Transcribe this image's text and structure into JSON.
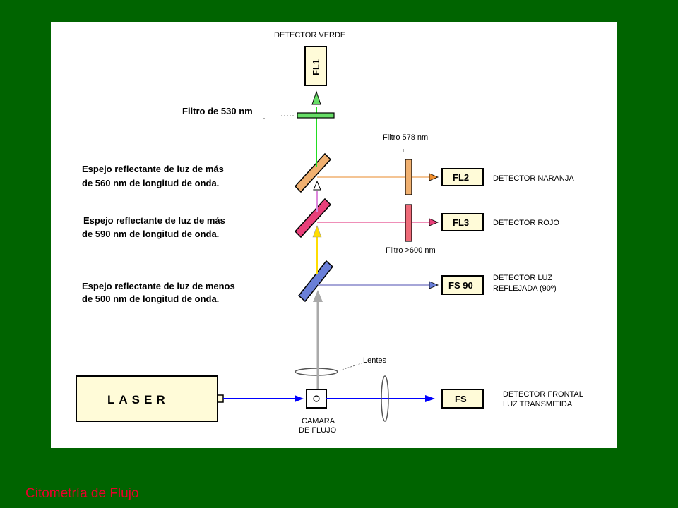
{
  "slide": {
    "footer_title": "Citometría de Flujo",
    "colors": {
      "background": "#006400",
      "footer_text": "#e8002a",
      "green_beam": "#22dd22",
      "orange": "#f0b070",
      "red_pink": "#e8407a",
      "blue": "#0000ff",
      "gray_beam": "#aaaaaa",
      "yellow": "#ffdd00",
      "box_fill": "#fffbd8"
    }
  },
  "diagram": {
    "laser": {
      "label": "LASER"
    },
    "flow_chamber": {
      "label_line1": "CAMARA",
      "label_line2": "DE FLUJO"
    },
    "lenses_label": "Lentes",
    "detectors": {
      "fl1": {
        "box": "FL1",
        "label": "DETECTOR VERDE"
      },
      "fl2": {
        "box": "FL2",
        "label": "DETECTOR NARANJA"
      },
      "fl3": {
        "box": "FL3",
        "label": "DETECTOR ROJO"
      },
      "fs90": {
        "box": "FS 90",
        "label_line1": "DETECTOR LUZ",
        "label_line2": "REFLEJADA (90º)"
      },
      "fs": {
        "box": "FS",
        "label_line1": "DETECTOR FRONTAL",
        "label_line2": "LUZ TRANSMITIDA"
      }
    },
    "filters": {
      "f530": "Filtro de 530 nm",
      "f578": "Filtro 578  nm",
      "f600": "Filtro >600 nm"
    },
    "mirrors": {
      "m560": {
        "line1": "Espejo reflectante de luz de más",
        "line2": "de 560 nm de longitud de onda."
      },
      "m590": {
        "line1": "Espejo reflectante de luz de más",
        "line2": "de 590 nm de longitud de onda."
      },
      "m500": {
        "line1": "Espejo reflectante de luz de menos",
        "line2": "de 500 nm de longitud de onda."
      }
    }
  }
}
